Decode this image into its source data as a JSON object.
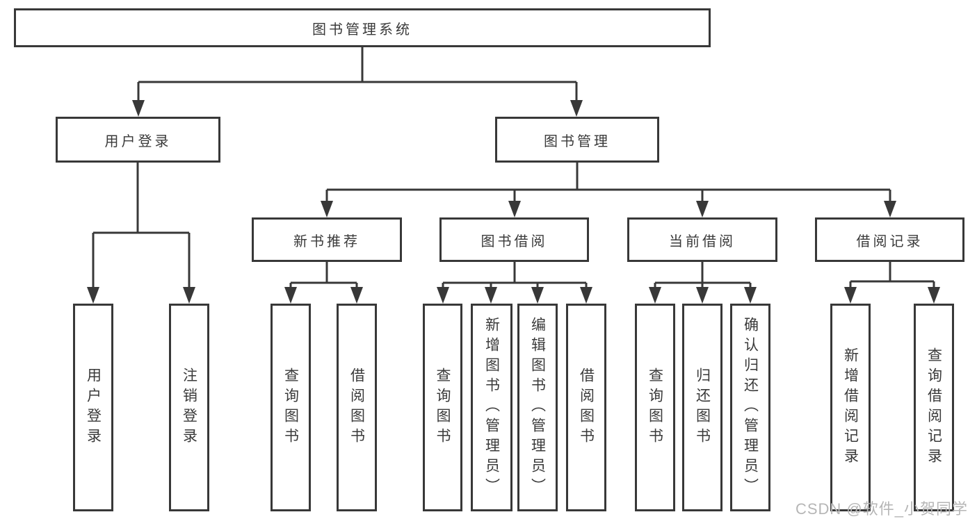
{
  "diagram": {
    "nodes": {
      "root": "图书管理系统",
      "user_login": "用户登录",
      "book_mgmt": "图书管理",
      "new_books": "新书推荐",
      "book_borrow": "图书借阅",
      "current_borrow": "当前借阅",
      "borrow_records": "借阅记录"
    },
    "leaves": {
      "user_login": [
        "用户登录",
        "注销登录"
      ],
      "new_books": [
        "查询图书",
        "借阅图书"
      ],
      "book_borrow": [
        "查询图书",
        "新增图书（管理员）",
        "编辑图书（管理员）",
        "借阅图书"
      ],
      "current_borrow": [
        "查询图书",
        "归还图书",
        "确认归还（管理员）"
      ],
      "borrow_records": [
        "新增借阅记录",
        "查询借阅记录"
      ]
    },
    "watermark": "CSDN @软件_小贺同学",
    "colors": {
      "line": "#383838",
      "text": "#3a3a3a",
      "watermark": "#b6b6b6",
      "background": "#ffffff"
    }
  }
}
